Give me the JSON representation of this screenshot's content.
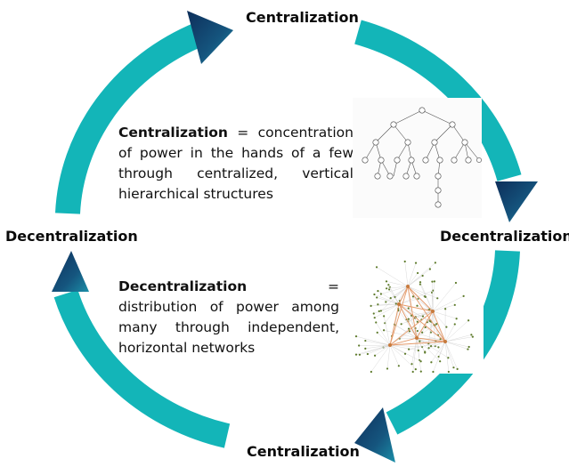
{
  "labels": {
    "top": "Centralization",
    "left": "Decentralization",
    "right": "Decentralization",
    "bottom": "Centralization"
  },
  "definitions": {
    "centralization_term": "Centralization",
    "centralization_text": " = concentration of power in the hands of a few through centralized, vertical hierarchical structures",
    "decentralization_term": "Decentralization",
    "decentralization_text": " = distribution of power among many through independent, horizontal networks"
  },
  "colors": {
    "ring": "#13B5B8",
    "arrowhead_dark": "#0D2E5A",
    "arrowhead_light": "#1B8FA8",
    "network_edge": "#E59A6A",
    "network_node": "#5D7A2A"
  },
  "tree_nodes": [
    "1",
    "2",
    "3",
    "4",
    "5",
    "6",
    "7",
    "8",
    "9",
    "10",
    "11",
    "12",
    "13",
    "14",
    "15",
    "16",
    "17",
    "18",
    "19",
    "20"
  ],
  "icons": {
    "tree": "hierarchy-tree-icon",
    "network": "network-graph-icon"
  }
}
